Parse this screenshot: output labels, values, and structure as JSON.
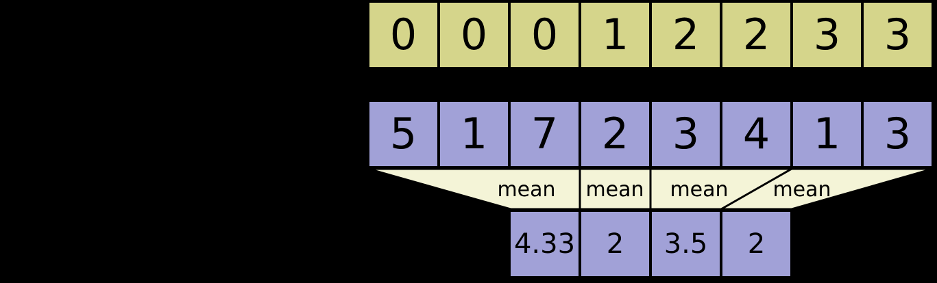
{
  "colors": {
    "background": "#000000",
    "border": "#000000",
    "text": "#000000",
    "segment-cell": "#d5d58b",
    "data-cell": "#a1a1d7",
    "result-cell": "#a1a1d7",
    "funnel-fill": "#f4f4d7"
  },
  "segment_ids": [
    "0",
    "0",
    "0",
    "1",
    "2",
    "2",
    "3",
    "3"
  ],
  "data_values": [
    "5",
    "1",
    "7",
    "2",
    "3",
    "4",
    "1",
    "3"
  ],
  "mean_labels": [
    "mean",
    "mean",
    "mean",
    "mean"
  ],
  "result_values": [
    "4.33",
    "2",
    "3.5",
    "2"
  ]
}
